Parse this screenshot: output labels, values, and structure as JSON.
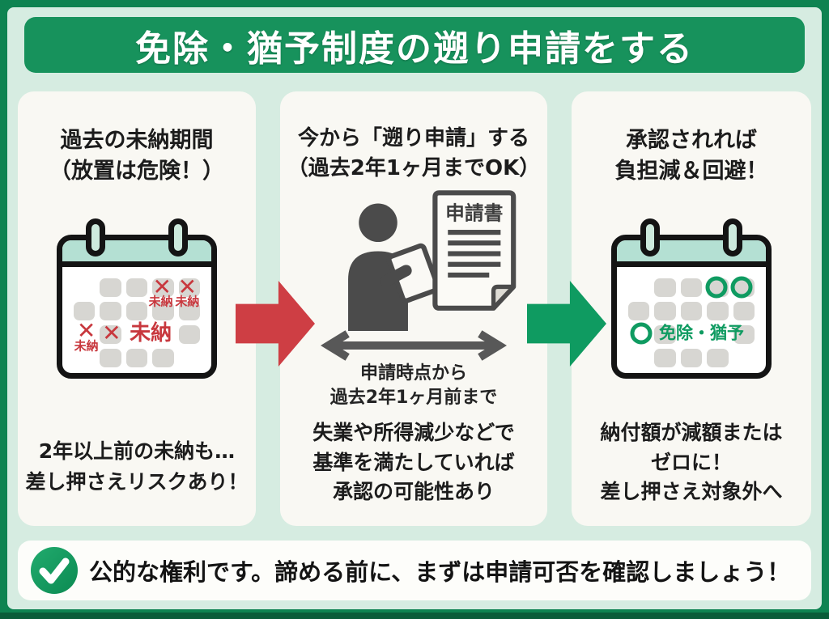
{
  "title": "免除・猶予制度の遡り申請をする",
  "panels": {
    "past": {
      "heading": [
        "過去の未納期間",
        "（放置は危険！）"
      ],
      "calendar": {
        "mark_label_small": "未納",
        "mark_label_large": "未納"
      },
      "footer": [
        "2年以上前の未納も…",
        "差し押さえリスクあり！"
      ]
    },
    "apply": {
      "heading": [
        "今から「遡り申請」する",
        "（過去2年1ヶ月までOK）"
      ],
      "document_title": "申請書",
      "range_label": [
        "申請時点から",
        "過去2年1ヶ月前まで"
      ],
      "footer": [
        "失業や所得減少などで",
        "基準を満たしていれば",
        "承認の可能性あり"
      ]
    },
    "result": {
      "heading": [
        "承認されれば",
        "負担減＆回避！"
      ],
      "calendar_label": "免除・猶予",
      "footer": [
        "納付額が減額または",
        "ゼロに！",
        "差し押さえ対象外へ"
      ]
    }
  },
  "banner": {
    "message": "公的な権利です。諦める前に、まずは申請可否を確認しましょう！"
  },
  "icons": {
    "x_mark": "✕"
  },
  "colors": {
    "frame_green": "#0e8351",
    "title_green": "#17925c",
    "mint_background": "#d6ece1",
    "panel_background": "#f9f8f3",
    "red_accent": "#ce3e44",
    "green_accent": "#0f9b61",
    "calendar_header_mint": "#b4e0d3",
    "cell_gray": "#d7d6d2",
    "illustration_gray": "#4b4b4b"
  }
}
